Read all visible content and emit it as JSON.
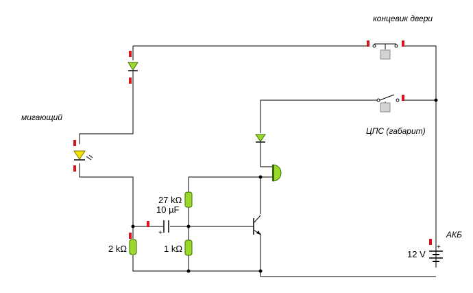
{
  "labels": {
    "door_switch": "концевик двери",
    "blinking": "мигающий",
    "parking_light_switch": "ЦПС (габарит)",
    "battery": "АКБ",
    "r_top": "27 kΩ",
    "capacitor": "10 µF",
    "r_left": "2 kΩ",
    "r_bottom": "1 kΩ",
    "battery_voltage": "12 V",
    "plus_sign": "+"
  },
  "colors": {
    "wire": "#000000",
    "probe": "#d8161b",
    "resistor": "#9ad82b",
    "diode": "#9ad82b",
    "led": "#f2e600",
    "buzzer": "#9ad82b",
    "button": "#d4d4d4"
  }
}
